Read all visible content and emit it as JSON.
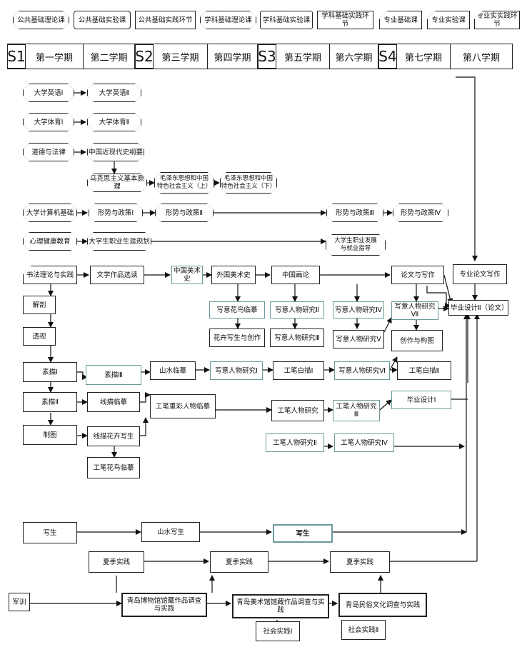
{
  "legend": [
    "公共基础理论课",
    "公共基础实验课",
    "公共基础实践环节",
    "学科基础理论课",
    "学科基础实验课",
    "学科基础实践环节",
    "专业基础课",
    "专业实验课",
    "专业实实践环节"
  ],
  "semesters": {
    "s1": "S1",
    "s2": "S2",
    "s3": "S3",
    "s4": "S4",
    "terms": [
      "第一学期",
      "第二学期",
      "第三学期",
      "第四学期",
      "第五学期",
      "第六学期",
      "第七学期",
      "第八学期"
    ]
  },
  "courses": {
    "english1": "大学英语Ⅰ",
    "english2": "大学英语Ⅱ",
    "pe1": "大学体育Ⅰ",
    "pe2": "大学体育Ⅱ",
    "ethics": "道德与法律",
    "history": "中国近现代史纲要",
    "marx": "马克思主义基本原理",
    "mao1": "毛泽东思想和中国\n特色社会主义（上）",
    "mao2": "毛泽东思想和中国\n特色社会主义（下）",
    "computer": "大学计算机基础",
    "policy1": "形势与政策Ⅰ",
    "policy2": "形势与政策Ⅱ",
    "policy3": "形势与政策Ⅲ",
    "policy4": "形势与政策Ⅳ",
    "mental": "心理健康教育",
    "career1": "大学生职业生涯规划",
    "career2": "大学生职业发展\n与就业指导",
    "calligraphy": "书法理论与实践",
    "literature": "文学作品选读",
    "cn_art_history": "中国美术史",
    "foreign_art_history": "外国美术史",
    "cn_painting_theory": "中国画论",
    "thesis_writing": "论文与写作",
    "pro_thesis": "专业论文写作",
    "grad_design2": "毕业设计Ⅱ（论文）",
    "anatomy": "解剖",
    "perspective": "透视",
    "bird_copy": "写意花鸟临摹",
    "flower_create": "花卉写生与创作",
    "figure2": "写意人物研究Ⅱ",
    "figure3": "写意人物研究Ⅲ",
    "figure4": "写意人物研究Ⅳ",
    "figure5": "写意人物研究Ⅴ",
    "figure7": "写意人物研究Ⅶ",
    "composition": "创作与构图",
    "sketch1": "素描Ⅰ",
    "sketch3": "素描Ⅲ",
    "landscape_copy": "山水临摹",
    "figure1": "写意人物研究Ⅰ",
    "gongbi1": "工笔白描Ⅰ",
    "figure6": "写意人物研究Ⅵ",
    "gongbi2": "工笔白描Ⅱ",
    "sketch2": "素描Ⅱ",
    "line_copy": "线描临摹",
    "gongbi_color": "工笔重彩人物临摹",
    "gb_figure": "工笔人物研究",
    "gb_figure3": "工笔人物研究Ⅲ",
    "grad_design1": "毕业设计Ⅰ",
    "drawing": "制图",
    "line_flower": "线描花卉写生",
    "gb_figure2": "工笔人物研究Ⅱ",
    "gb_figure4": "工笔人物研究Ⅳ",
    "gb_bird": "工笔花鸟临摹",
    "life1": "写生",
    "landscape_life": "山水写生",
    "life2": "写生",
    "summer1": "夏季实践",
    "summer2": "夏季实践",
    "summer3": "夏季实践",
    "military": "军训",
    "museum": "青岛博物馆馆藏作品调查与实践",
    "art_museum": "青岛美术馆馆藏作品调查与实践",
    "folk": "青岛民俗文化调查与实践",
    "social1": "社会实践Ⅰ",
    "social2": "社会实践Ⅱ"
  }
}
